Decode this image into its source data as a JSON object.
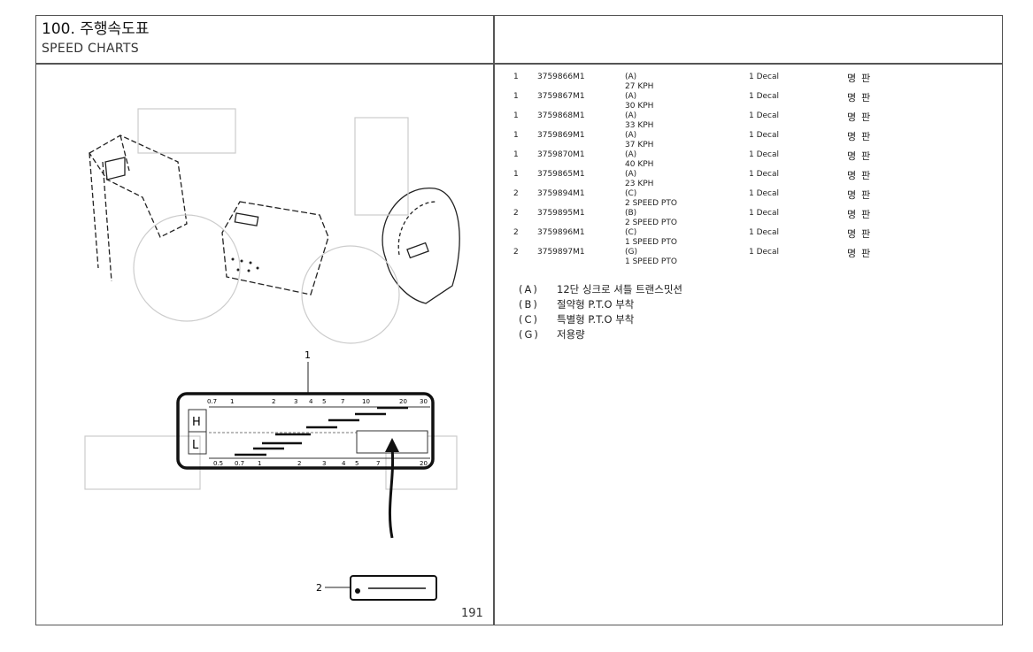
{
  "header": {
    "title": "100. 주행속도표",
    "subtitle": "SPEED CHARTS"
  },
  "page_number": "191",
  "diagram": {
    "callouts": [
      "1",
      "2"
    ],
    "chart_letters": [
      "H",
      "L"
    ],
    "top_scale": [
      "0.7",
      "1",
      "2",
      "3",
      "4",
      "5",
      "7",
      "10",
      "20",
      "30"
    ],
    "bottom_scale": [
      "0.5",
      "0.7",
      "1",
      "2",
      "3",
      "4",
      "5",
      "7",
      "20"
    ]
  },
  "parts": [
    {
      "qty": "1",
      "part_no": "3759866M1",
      "desc1": "(A)",
      "desc2": "27 KPH",
      "unit": "1 Decal",
      "name_kr": "명판"
    },
    {
      "qty": "1",
      "part_no": "3759867M1",
      "desc1": "(A)",
      "desc2": "30 KPH",
      "unit": "1 Decal",
      "name_kr": "명판"
    },
    {
      "qty": "1",
      "part_no": "3759868M1",
      "desc1": "(A)",
      "desc2": "33 KPH",
      "unit": "1 Decal",
      "name_kr": "명판"
    },
    {
      "qty": "1",
      "part_no": "3759869M1",
      "desc1": "(A)",
      "desc2": "37 KPH",
      "unit": "1 Decal",
      "name_kr": "명판"
    },
    {
      "qty": "1",
      "part_no": "3759870M1",
      "desc1": "(A)",
      "desc2": "40 KPH",
      "unit": "1 Decal",
      "name_kr": "명판"
    },
    {
      "qty": "1",
      "part_no": "3759865M1",
      "desc1": "(A)",
      "desc2": "23 KPH",
      "unit": "1 Decal",
      "name_kr": "명판"
    },
    {
      "qty": "2",
      "part_no": "3759894M1",
      "desc1": "(C)",
      "desc2": "2 SPEED PTO",
      "unit": "1 Decal",
      "name_kr": "명판"
    },
    {
      "qty": "2",
      "part_no": "3759895M1",
      "desc1": "(B)",
      "desc2": "2 SPEED PTO",
      "unit": "1 Decal",
      "name_kr": "명판"
    },
    {
      "qty": "2",
      "part_no": "3759896M1",
      "desc1": "(C)",
      "desc2": "1 SPEED PTO",
      "unit": "1 Decal",
      "name_kr": "명판"
    },
    {
      "qty": "2",
      "part_no": "3759897M1",
      "desc1": "(G)",
      "desc2": "1 SPEED PTO",
      "unit": "1 Decal",
      "name_kr": "명판"
    }
  ],
  "notes": [
    {
      "key": "(A)",
      "text": "12단 싱크로 셔틀 트랜스밋션"
    },
    {
      "key": "(B)",
      "text": "절약형 P.T.O 부착"
    },
    {
      "key": "(C)",
      "text": "특별형 P.T.O 부착"
    },
    {
      "key": "(G)",
      "text": "저용량"
    }
  ]
}
